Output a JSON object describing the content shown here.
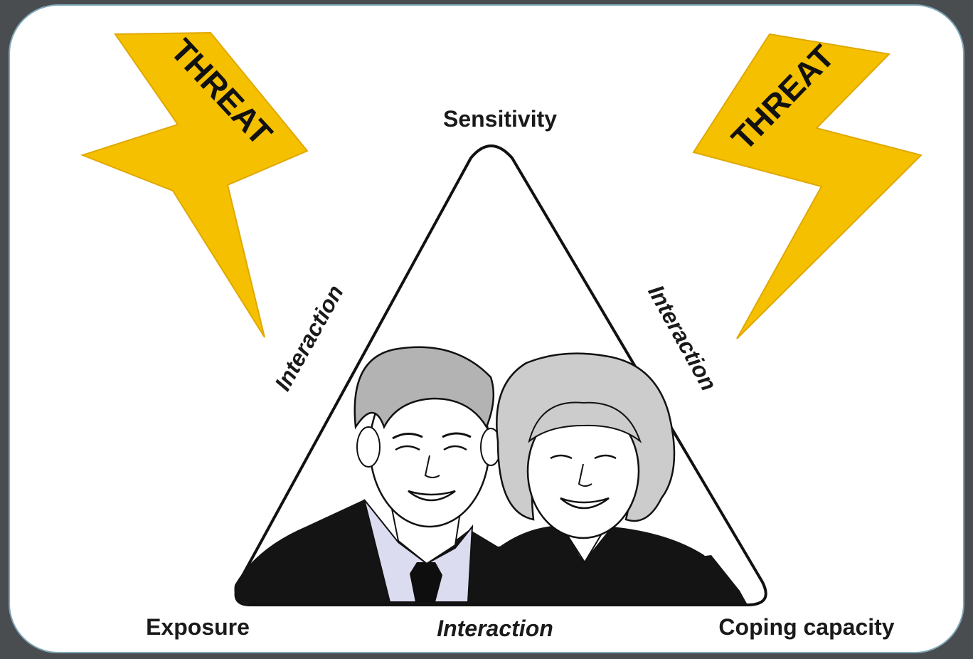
{
  "diagram": {
    "vertices": {
      "top": "Sensitivity",
      "bottom_left": "Exposure",
      "bottom_right": "Coping capacity"
    },
    "edges": {
      "left": "Interaction",
      "right": "Interaction",
      "bottom": "Interaction"
    },
    "threats": [
      {
        "label": "THREAT",
        "position": "top-left"
      },
      {
        "label": "THREAT",
        "position": "top-right"
      }
    ],
    "illustration": "elderly-couple-portrait"
  },
  "colors": {
    "background": "#4a4d50",
    "card": "#ffffff",
    "card_border": "#7fa7b8",
    "threat_fill": "#f5c000",
    "threat_stroke": "#e0a800",
    "triangle_stroke": "#111111",
    "hair_man": "#b3b3b3",
    "hair_woman": "#cccccc",
    "suit": "#141414",
    "shirt": "#dcdcf0"
  }
}
